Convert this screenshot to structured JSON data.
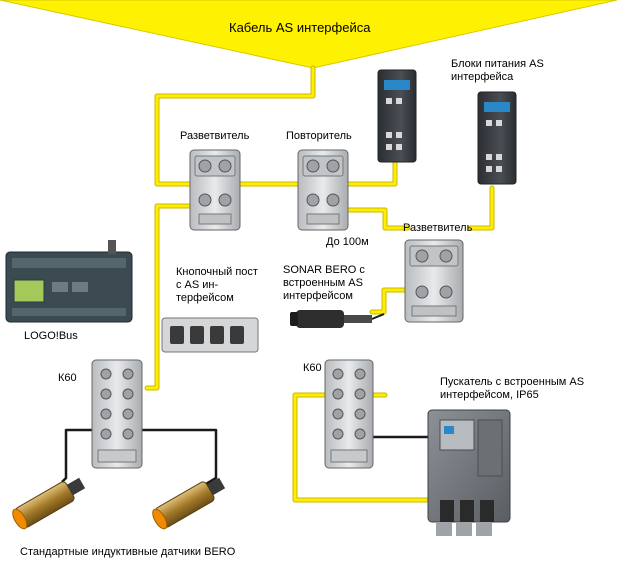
{
  "banner": {
    "title": "Кабель AS интерфейса"
  },
  "labels": {
    "splitter_1": "Разветвитель",
    "repeater": "Повторитель",
    "power_supplies": "Блоки питания AS интерфейса",
    "distance": "До 100м",
    "splitter_2": "Разветвитель",
    "sonar": "SONAR BERO с встроенным AS интерфейсом",
    "pushbutton": "Кнопочный пост с AS ин-терфейсом",
    "logo": "LOGO!Bus",
    "k60_left": "К60",
    "k60_right": "К60",
    "starter": "Пускатель с встроенным AS интерфейсом, IP65",
    "sensors": "Стандартные индуктивные датчики BERO"
  },
  "colors": {
    "cable": "#ffee00",
    "cable_edge": "#c9b800",
    "black_cable": "#1a1a1a",
    "module_body": "#d8dadc",
    "psu_body": "#3b3f44",
    "logo_body": "#3c4b52",
    "sensor_body": "#b08a3c",
    "sensor_tip": "#f08a00"
  }
}
